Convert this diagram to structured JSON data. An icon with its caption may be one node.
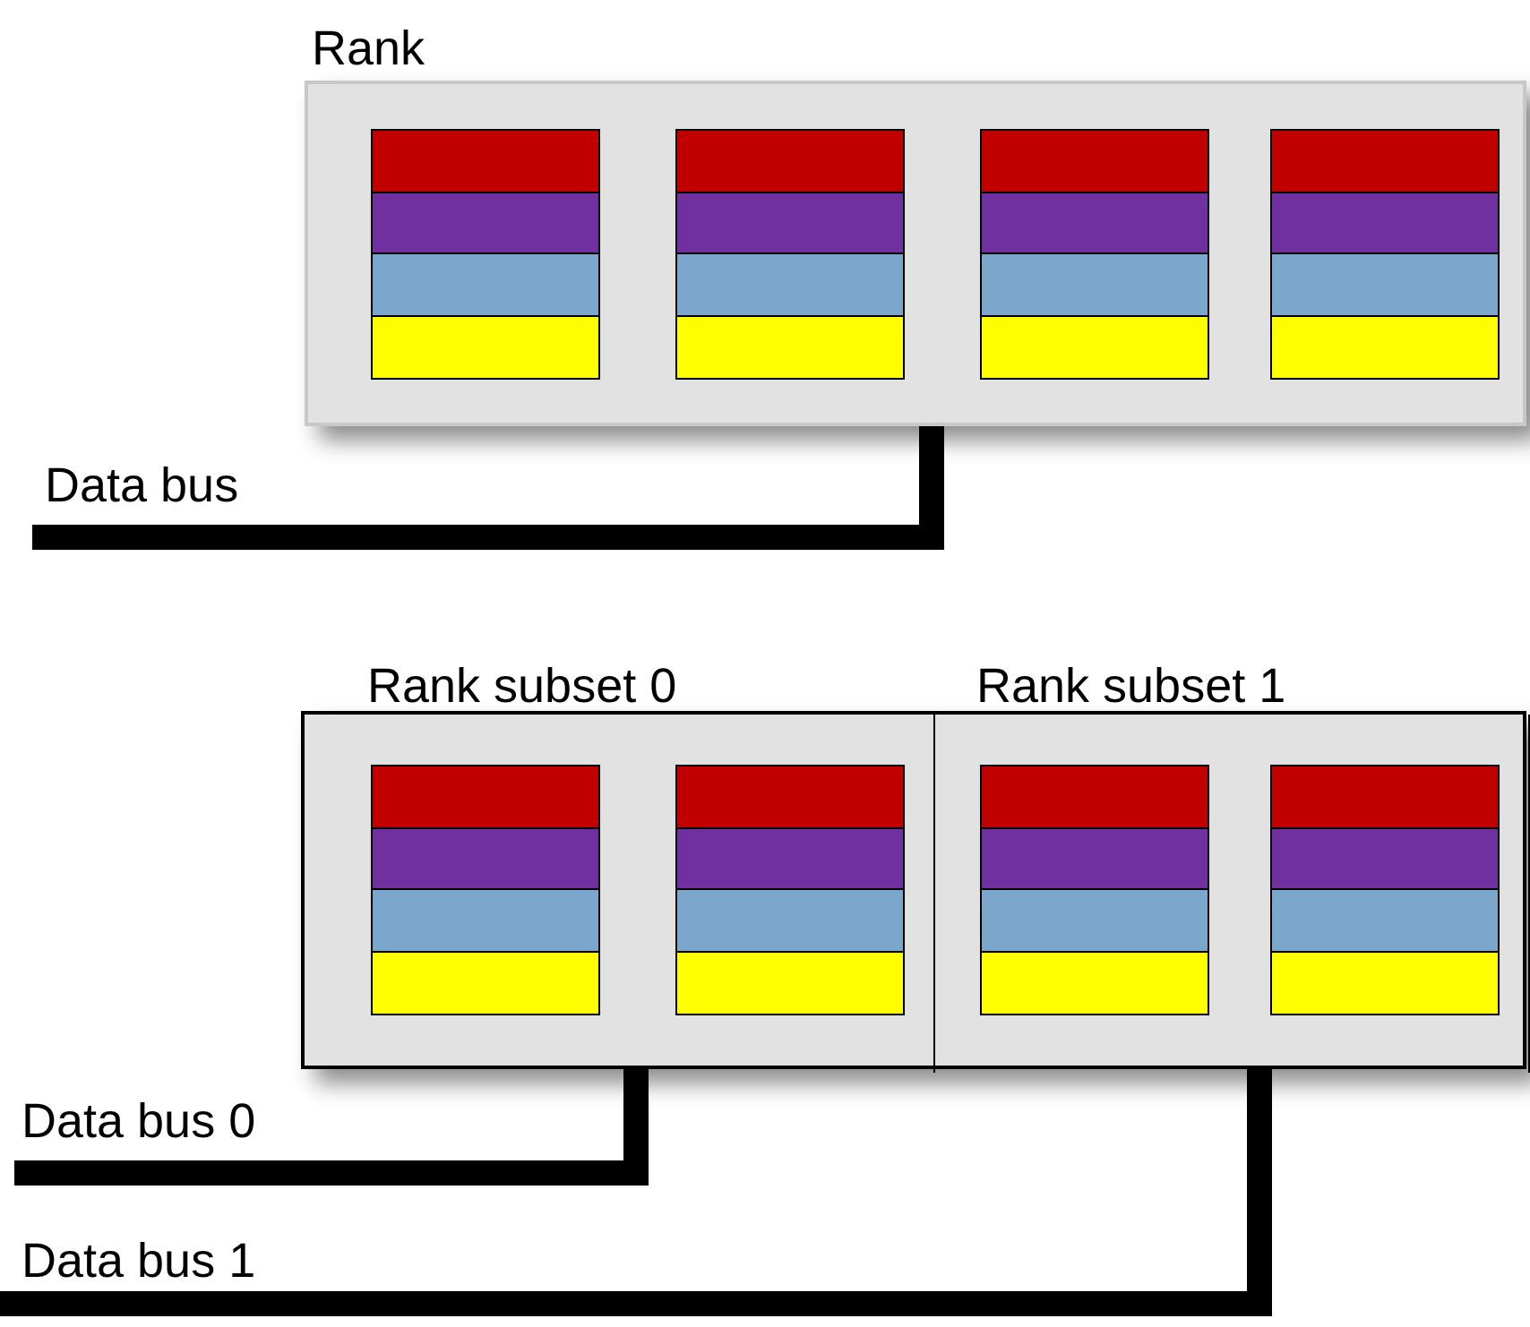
{
  "diagram": {
    "nodes": [
      {
        "text": [
          "Rank"
        ]
      },
      {
        "text": [],
        "shape": "box",
        "in": 0
      },
      {
        "text": [],
        "shape": "box",
        "in": 0
      },
      {
        "text": [],
        "shape": "box",
        "in": 0
      },
      {
        "text": [],
        "shape": "box",
        "in": 0
      },
      {
        "text": [],
        "shape": "box"
      },
      {
        "text": [
          "Rank subset 0"
        ],
        "in": 5
      },
      {
        "text": [],
        "shape": "box",
        "in": 6
      },
      {
        "text": [],
        "shape": "box",
        "in": 6
      },
      {
        "text": [
          "Rank subset 1"
        ],
        "in": 5
      },
      {
        "text": [],
        "shape": "box",
        "in": 9
      },
      {
        "text": [],
        "shape": "box",
        "in": 9
      }
    ],
    "edges": [
      {
        "from": 0,
        "to": null,
        "arrow": "none",
        "label": "Data bus"
      },
      {
        "from": 6,
        "to": null,
        "arrow": "none",
        "label": "Data bus 0"
      },
      {
        "from": 9,
        "to": null,
        "arrow": "none",
        "label": "Data bus 1"
      }
    ]
  }
}
